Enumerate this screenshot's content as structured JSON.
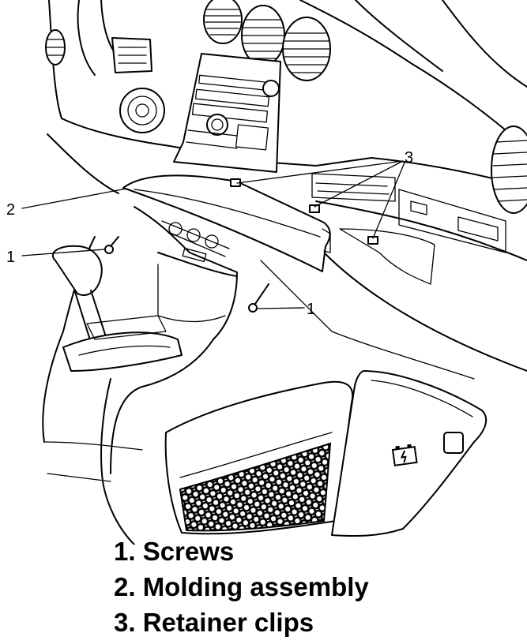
{
  "callouts": {
    "screw_left": "1",
    "screw_right": "1",
    "molding": "2",
    "clips": "3"
  },
  "legend": [
    "1. Screws",
    "2. Molding assembly",
    "3. Retainer clips"
  ],
  "icons": {
    "battery_symbol": "battery-icon"
  }
}
